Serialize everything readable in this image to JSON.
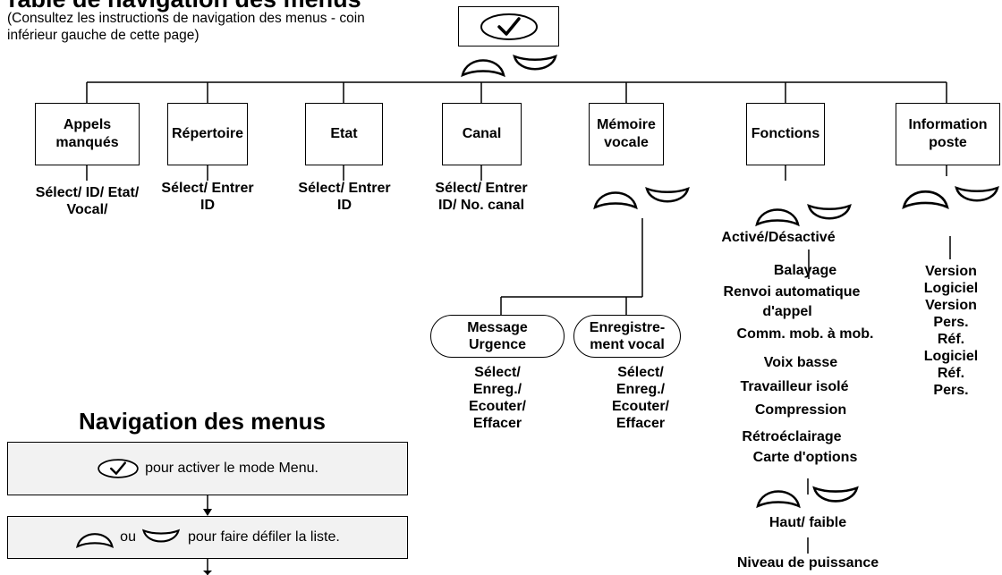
{
  "header": {
    "title": "Table de navigation des menus",
    "subtitle": "(Consultez les instructions de navigation des menus - coin inférieur gauche de cette page)"
  },
  "icons": {
    "select": "checkmark-button-icon",
    "up": "up-arrow-key-icon",
    "down": "down-arrow-key-icon"
  },
  "menus": [
    {
      "label": "Appels manqués",
      "options": "Sélect/ ID/ Etat/ Vocal/"
    },
    {
      "label": "Répertoire",
      "options": "Sélect/ Entrer ID"
    },
    {
      "label": "Etat",
      "options": "Sélect/ Entrer ID"
    },
    {
      "label": "Canal",
      "options": "Sélect/ Entrer ID/ No. canal"
    },
    {
      "label": "Mémoire vocale"
    },
    {
      "label": "Fonctions",
      "options": "Activé/Désactivé"
    },
    {
      "label": "Information poste"
    }
  ],
  "voice_memory": {
    "items": [
      {
        "label": "Message Urgence",
        "options": "Sélect/ Enreg./ Ecouter/ Effacer"
      },
      {
        "label": "Enregistre- ment vocal",
        "options": "Sélect/ Enreg./ Ecouter/ Effacer"
      }
    ]
  },
  "functions": {
    "items": [
      "Balayage",
      "Renvoi automatique",
      "d'appel",
      "Comm. mob. à mob.",
      "Voix basse",
      "Travailleur isolé",
      "Compression",
      "Rétroéclairage",
      "Carte d'options"
    ],
    "power_options": "Haut/ faible",
    "power_label": "Niveau de puissance"
  },
  "info": {
    "items": [
      "Version",
      "Logiciel",
      "Version",
      "Pers.",
      "Réf.",
      "Logiciel",
      "Réf.",
      "Pers."
    ]
  },
  "navigation": {
    "title": "Navigation des menus",
    "step1": "pour activer le mode Menu.",
    "step2_or": "ou",
    "step2": "pour faire défiler la liste."
  }
}
